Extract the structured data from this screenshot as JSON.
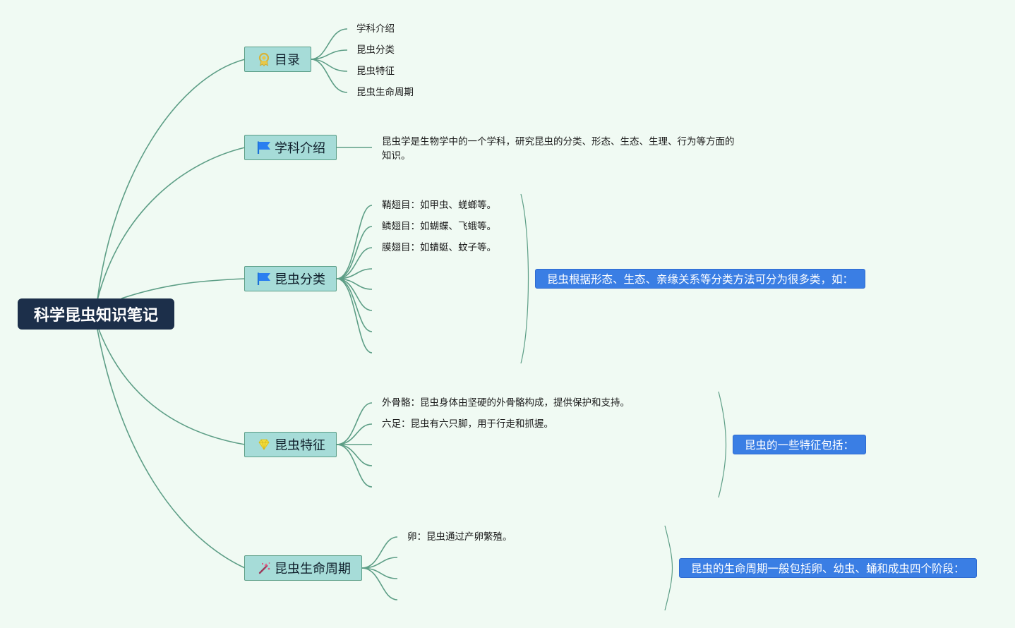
{
  "root": {
    "label": "科学昆虫知识笔记"
  },
  "branches": [
    {
      "label": "目录",
      "icon": "award-ribbon-icon",
      "leaves": [
        "学科介绍",
        "昆虫分类",
        "昆虫特征",
        "昆虫生命周期"
      ]
    },
    {
      "label": "学科介绍",
      "icon": "blue-flag-icon",
      "leaves": [
        "昆虫学是生物学中的一个学科，研究昆虫的分类、形态、生态、生理、行为等方面的知识。"
      ]
    },
    {
      "label": "昆虫分类",
      "icon": "blue-flag-icon",
      "leaves": [
        "鞘翅目：如甲虫、蜣螂等。",
        "鳞翅目：如蝴蝶、飞蛾等。",
        "膜翅目：如蜻蜓、蚊子等。"
      ],
      "summary": "昆虫根据形态、生态、亲缘关系等分类方法可分为很多类，如："
    },
    {
      "label": "昆虫特征",
      "icon": "yellow-gem-icon",
      "leaves": [
        "外骨骼：昆虫身体由坚硬的外骨骼构成，提供保护和支持。",
        "六足：昆虫有六只脚，用于行走和抓握。"
      ],
      "summary": "昆虫的一些特征包括："
    },
    {
      "label": "昆虫生命周期",
      "icon": "magic-wand-icon",
      "leaves": [
        "卵：昆虫通过产卵繁殖。"
      ],
      "summary": "昆虫的生命周期一般包括卵、幼虫、蛹和成虫四个阶段："
    }
  ],
  "colors": {
    "background": "#f0faf3",
    "root": "#1c2f4a",
    "branch_fill": "#a6dcd8",
    "branch_border": "#5b9d86",
    "line": "#5d9e86",
    "summary_fill": "#3a7ee4"
  }
}
